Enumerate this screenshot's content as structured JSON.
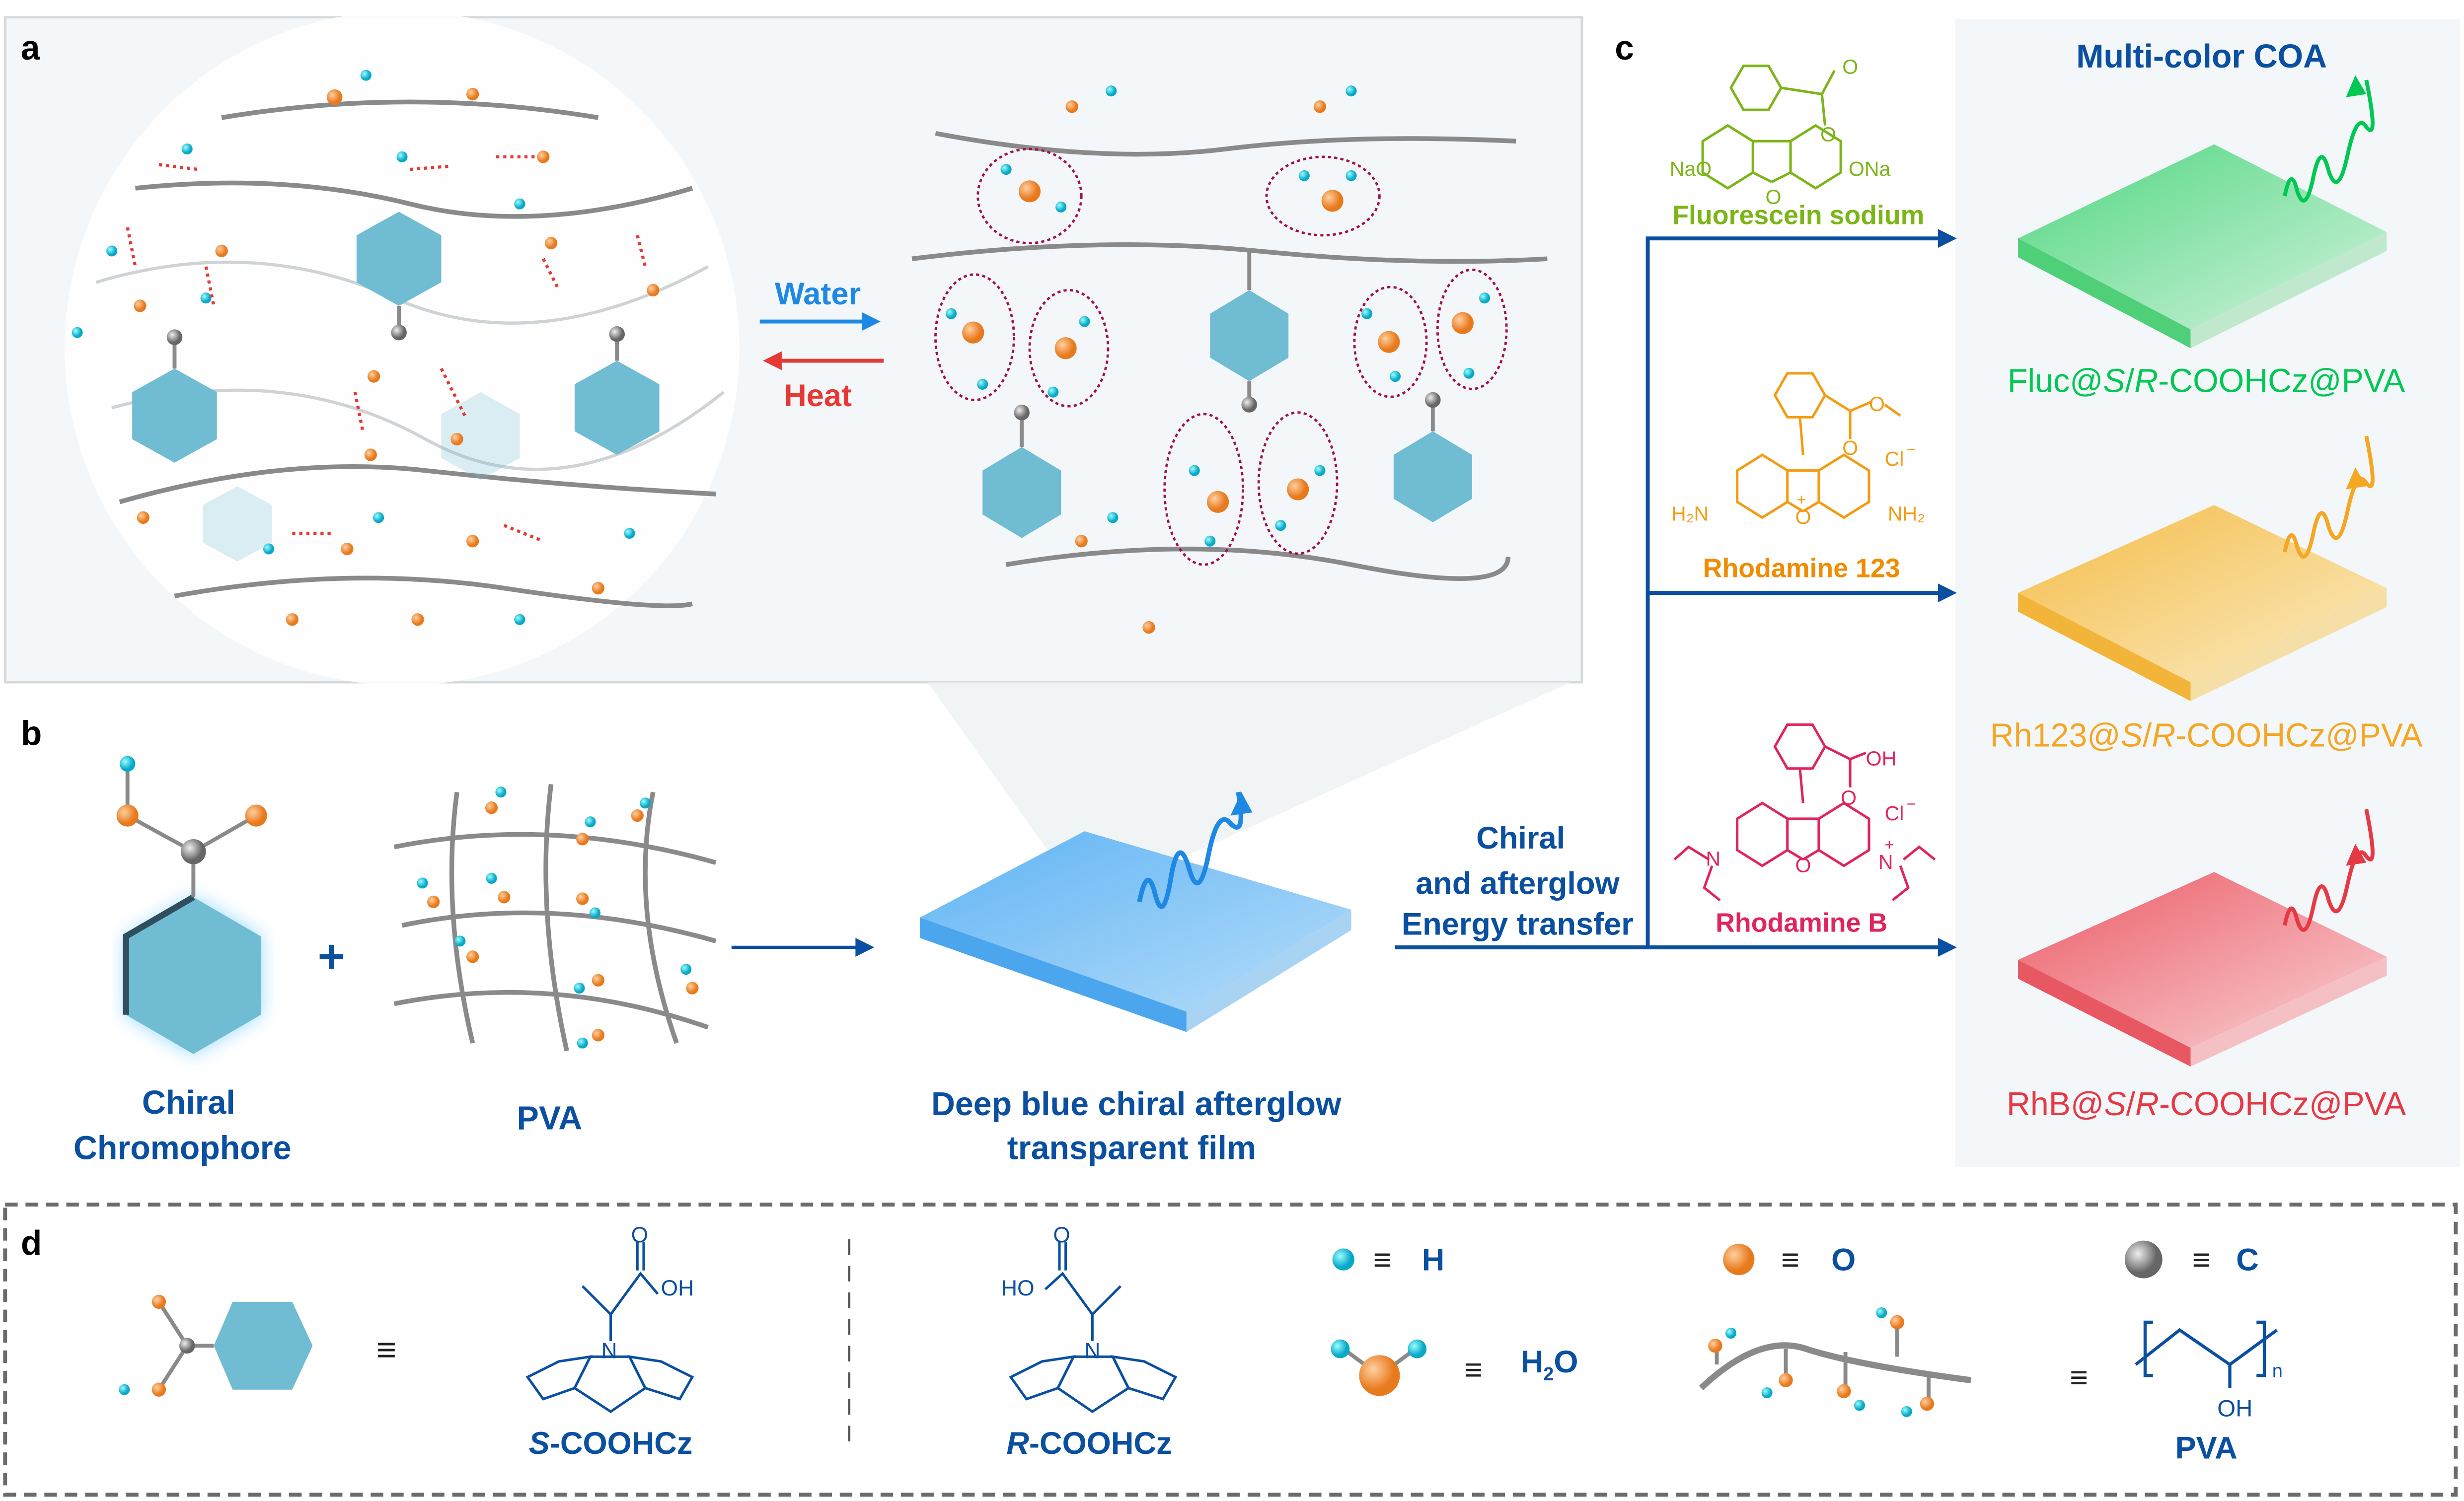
{
  "panels": {
    "a": "a",
    "b": "b",
    "c": "c",
    "d": "d"
  },
  "panel_a": {
    "water_label": "Water",
    "heat_label": "Heat",
    "water_color": "#1e88e5",
    "heat_color": "#e53935"
  },
  "panel_b": {
    "chromophore_label_line1": "Chiral",
    "chromophore_label_line2": "Chromophore",
    "plus": "+",
    "pva_label": "PVA",
    "film_label_line1": "Deep blue chiral afterglow",
    "film_label_line2": "transparent film"
  },
  "panel_c": {
    "title": "Multi-color COA",
    "transfer_line1": "Chiral",
    "transfer_line2": "and afterglow",
    "transfer_line3": "Energy transfer",
    "dyes": [
      {
        "name": "Fluorescein sodium",
        "color": "#7cb518",
        "atoms": [
          "O",
          "O",
          "O",
          "NaO",
          "ONa"
        ],
        "product": {
          "prefix": "Fluc@",
          "s": "S",
          "slash": "/",
          "r": "R",
          "suffix": "-COOHCz@PVA"
        },
        "product_color": "#00c853"
      },
      {
        "name": "Rhodamine 123",
        "color": "#f39c12",
        "atoms": [
          "O",
          "O",
          "Cl",
          "−",
          "+",
          "O",
          "H₂N",
          "NH₂"
        ],
        "product": {
          "prefix": "Rh123@",
          "s": "S",
          "slash": "/",
          "r": "R",
          "suffix": "-COOHCz@PVA"
        },
        "product_color": "#f5a623"
      },
      {
        "name": "Rhodamine B",
        "color": "#e0245e",
        "atoms": [
          "OH",
          "O",
          "Cl",
          "−",
          "N",
          "N",
          "+",
          "O"
        ],
        "product": {
          "prefix": "RhB@",
          "s": "S",
          "slash": "/",
          "r": "R",
          "suffix": "-COOHCz@PVA"
        },
        "product_color": "#e53945"
      }
    ]
  },
  "panel_d": {
    "equiv": "≡",
    "s_name": {
      "italic": "S",
      "rest": "-COOHCz"
    },
    "r_name": {
      "italic": "R",
      "rest": "-COOHCz"
    },
    "s_atoms": [
      "O",
      "OH",
      "N"
    ],
    "r_atoms": [
      "O",
      "HO",
      "N"
    ],
    "h_label": "H",
    "o_label": "O",
    "c_label": "C",
    "water_label": {
      "h": "H",
      "sub": "2",
      "o": "O"
    },
    "pva_name": "PVA",
    "pva_atoms": {
      "oh": "OH",
      "n": "n"
    }
  },
  "colors": {
    "hydrogen": "#1ec8e0",
    "oxygen": "#f39035",
    "carbon": "#808080",
    "chromophore": "#6fbcd3",
    "text_blue": "#0a4fa0"
  }
}
